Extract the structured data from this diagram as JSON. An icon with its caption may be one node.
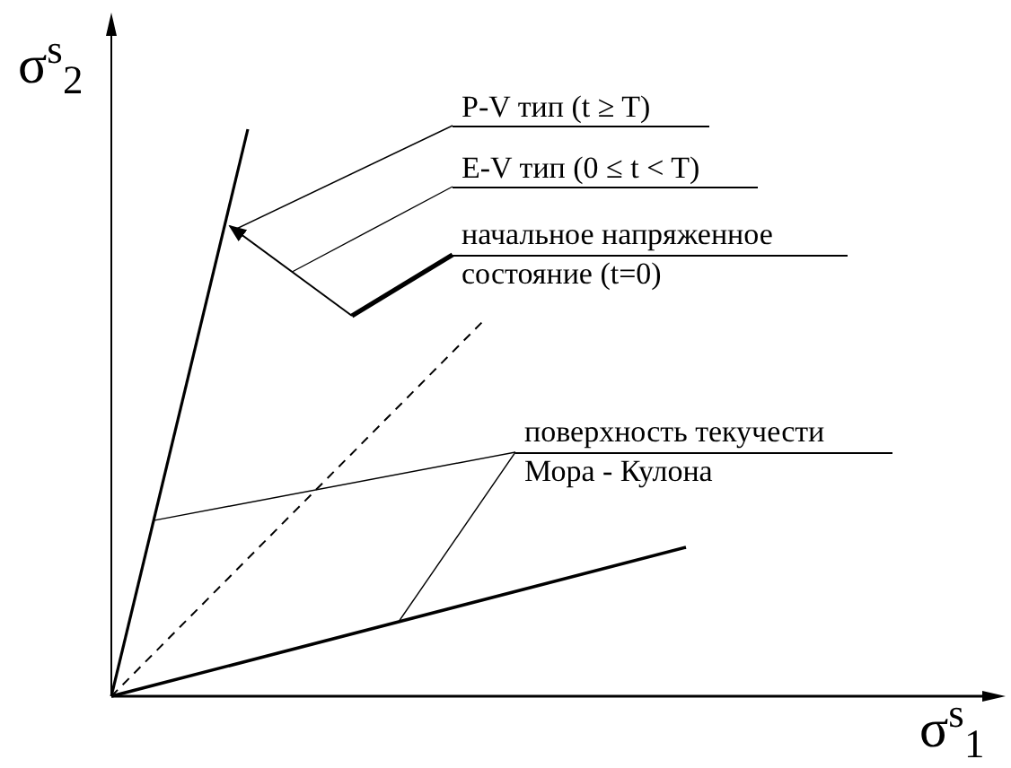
{
  "diagram": {
    "nodes": [
      {
        "text": [
          "P-V тип (t ≥ T)"
        ]
      },
      {
        "text": [
          "E-V тип (0 ≤ t < T)"
        ]
      },
      {
        "text": [
          "начальное напряженное состояние (t=0)"
        ]
      },
      {
        "text": [
          "поверхность текучести Мора - Кулона"
        ]
      },
      {
        "text": [],
        "shape": "line"
      },
      {
        "text": [],
        "shape": "line"
      },
      {
        "text": [],
        "shape": "arrow"
      }
    ],
    "edges": [
      {
        "from": 0,
        "to": 6,
        "arrow": "none"
      },
      {
        "from": 1,
        "to": 6,
        "arrow": "none"
      },
      {
        "from": 2,
        "to": 6,
        "arrow": "none",
        "style": "thick"
      },
      {
        "from": 3,
        "to": 4,
        "arrow": "none"
      },
      {
        "from": 3,
        "to": 5,
        "arrow": "none"
      }
    ],
    "labels": [
      "σ$^{s}$$_{2}$",
      "σ$^{s}$$_{1}$"
    ]
  }
}
